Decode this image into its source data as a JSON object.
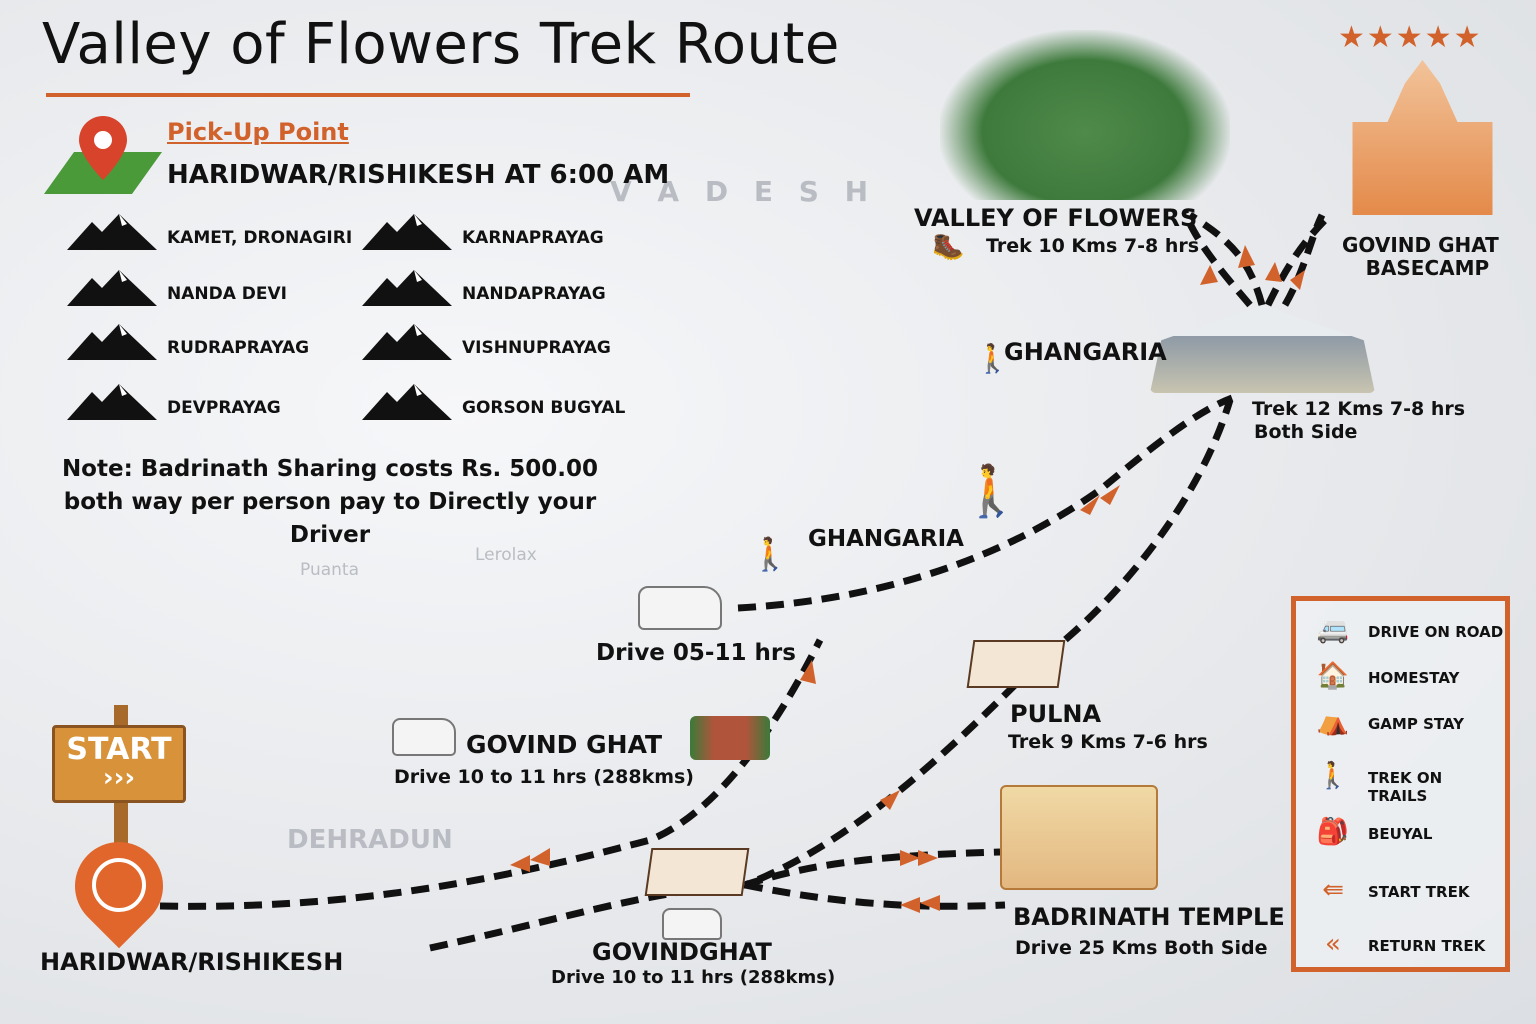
{
  "title": "Valley of Flowers Trek Route",
  "rating": "★★★★★",
  "pickup": {
    "label": "Pick-Up Point",
    "text": "HARIDWAR/RISHIKESH AT 6:00 AM"
  },
  "peaks": [
    "KAMET, DRONAGIRI",
    "NANDA DEVI",
    "RUDRAPRAYAG",
    "DEVPRAYAG",
    "KARNAPRAYAG",
    "NANDAPRAYAG",
    "VISHNUPRAYAG",
    "GORSON BUGYAL"
  ],
  "note": "Note: Badrinath Sharing costs Rs. 500.00 both way per person pay to Directly your Driver",
  "map_labels": {
    "region": "V A D E S H",
    "dehradun": "DEHRADUN",
    "puanta": "Puanta",
    "lerolax": "Lerolax"
  },
  "stops": {
    "valley": {
      "name": "VALLEY OF FLOWERS",
      "detail": "Trek 10 Kms 7-8 hrs"
    },
    "basecamp": {
      "name": "GOVIND GHAT",
      "name2": "BASECAMP"
    },
    "ghangaria_top": {
      "name": "GHANGARIA",
      "detail": "Trek 12 Kms 7-8 hrs",
      "detail2": "Both Side"
    },
    "ghangaria_mid": {
      "name": "GHANGARIA"
    },
    "drive": {
      "detail": "Drive 05-11 hrs"
    },
    "pulna": {
      "name": "PULNA",
      "detail": "Trek 9 Kms 7-6 hrs"
    },
    "govind_ghat": {
      "name": "GOVIND GHAT",
      "detail": "Drive 10 to 11 hrs (288kms)"
    },
    "govindghat": {
      "name": "GOVINDGHAT",
      "detail": "Drive 10 to 11 hrs (288kms)"
    },
    "badrinath": {
      "name": "BADRINATH TEMPLE",
      "detail": "Drive 25 Kms  Both Side"
    },
    "start": {
      "sign": "START",
      "arrows": "›››",
      "name": "HARIDWAR/RISHIKESH"
    }
  },
  "legend": [
    {
      "icon": "van-icon",
      "label": "DRIVE ON ROAD"
    },
    {
      "icon": "homestay-icon",
      "label": "HOMESTAY"
    },
    {
      "icon": "tent-icon",
      "label": "GAMP STAY"
    },
    {
      "icon": "hiker-icon",
      "label": "TREK ON TRAILS"
    },
    {
      "icon": "backpacker-icon",
      "label": "BEUYAL"
    },
    {
      "icon": "start-arrow-icon",
      "label": "START TREK"
    },
    {
      "icon": "return-arrow-icon",
      "label": "RETURN TREK"
    }
  ],
  "colors": {
    "accent": "#d2622b",
    "text": "#111111"
  }
}
